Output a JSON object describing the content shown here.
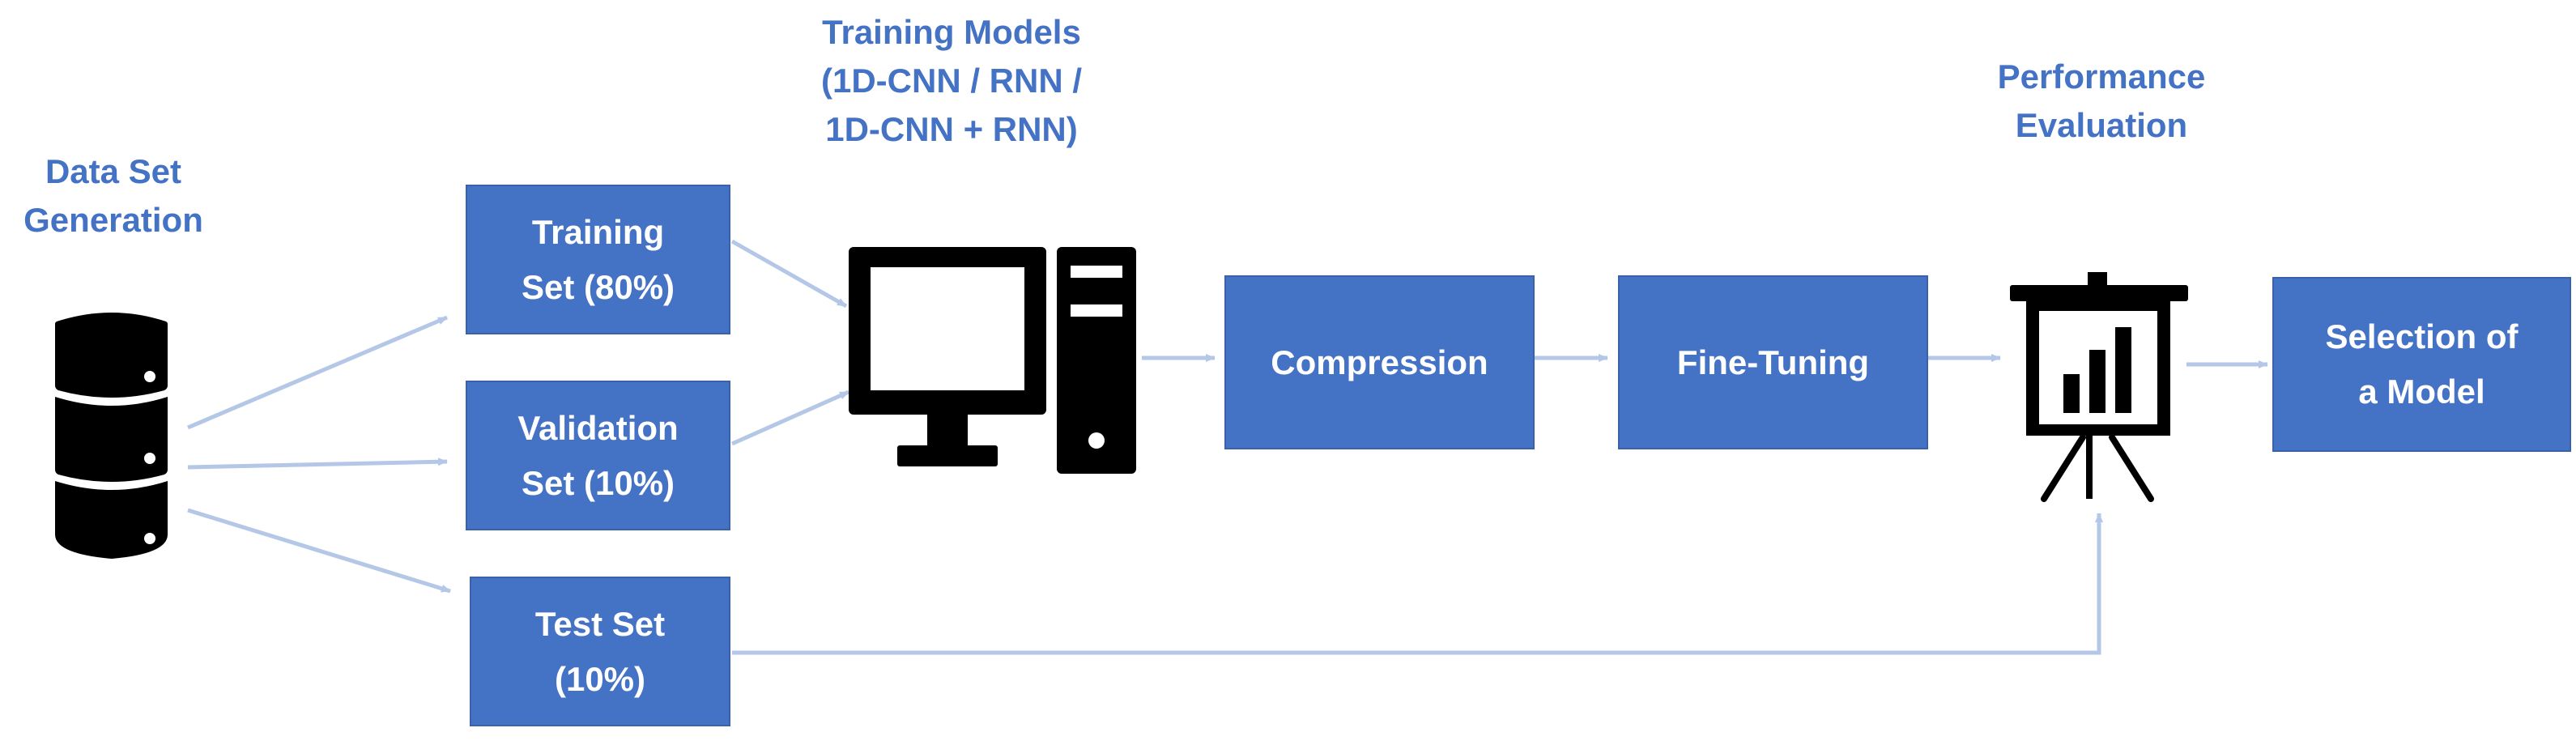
{
  "captions": {
    "dataset": [
      "Data Set",
      "Generation"
    ],
    "training_models": [
      "Training Models",
      "(1D-CNN / RNN /",
      "1D-CNN + RNN)"
    ],
    "performance": [
      "Performance",
      "Evaluation"
    ]
  },
  "boxes": {
    "training_set": [
      "Training",
      "Set (80%)"
    ],
    "validation_set": [
      "Validation",
      "Set (10%)"
    ],
    "test_set": [
      "Test Set",
      "(10%)"
    ],
    "compression": [
      "Compression"
    ],
    "fine_tuning": [
      "Fine-Tuning"
    ],
    "selection": [
      "Selection of",
      "a Model"
    ]
  },
  "icons": {
    "database": "database-icon",
    "computer": "computer-icon",
    "presentation": "presentation-board-icon"
  },
  "colors": {
    "box_fill": "#4472C4",
    "caption_text": "#4472C4",
    "arrow": "#B4C7E7",
    "icon": "#000000"
  }
}
